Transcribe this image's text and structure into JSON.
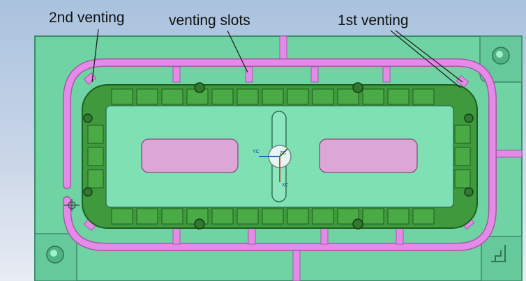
{
  "labels": {
    "second_venting": "2nd venting",
    "venting_slots": "venting slots",
    "first_venting": "1st venting"
  },
  "axis_triad": {
    "x_label": "YC",
    "y_label": "ZC",
    "z_label": "XC"
  },
  "colors": {
    "plate": "#6fd3a4",
    "plate_edge": "#3c8a6a",
    "vent_channel": "#e58ae8",
    "cavity_ring": "#3e9a3c",
    "cavity_floor": "#7fe0b4",
    "pocket": "#dca6d6",
    "background_top": "#a9c2de"
  }
}
